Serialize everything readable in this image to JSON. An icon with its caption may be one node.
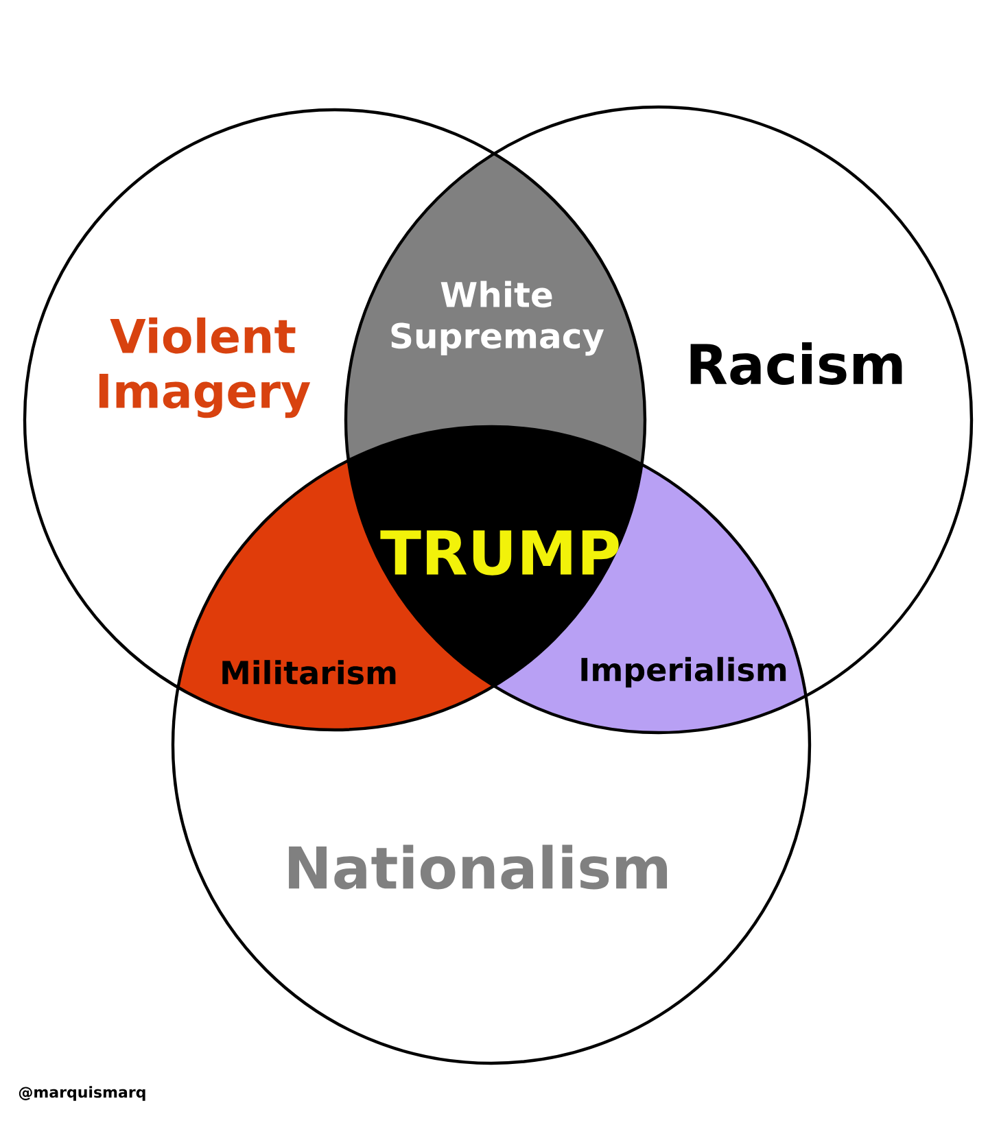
{
  "diagram": {
    "nodes": [
      {
        "text": [
          "Violent Imagery"
        ]
      },
      {
        "text": [
          "Racism"
        ]
      },
      {
        "text": [
          "Nationalism"
        ]
      },
      {
        "text": [
          "White Supremacy"
        ]
      },
      {
        "text": [
          "Militarism"
        ]
      },
      {
        "text": [
          "Imperialism"
        ]
      },
      {
        "text": [
          "TRUMP"
        ]
      }
    ],
    "labels": [
      "@marquismarq"
    ]
  }
}
